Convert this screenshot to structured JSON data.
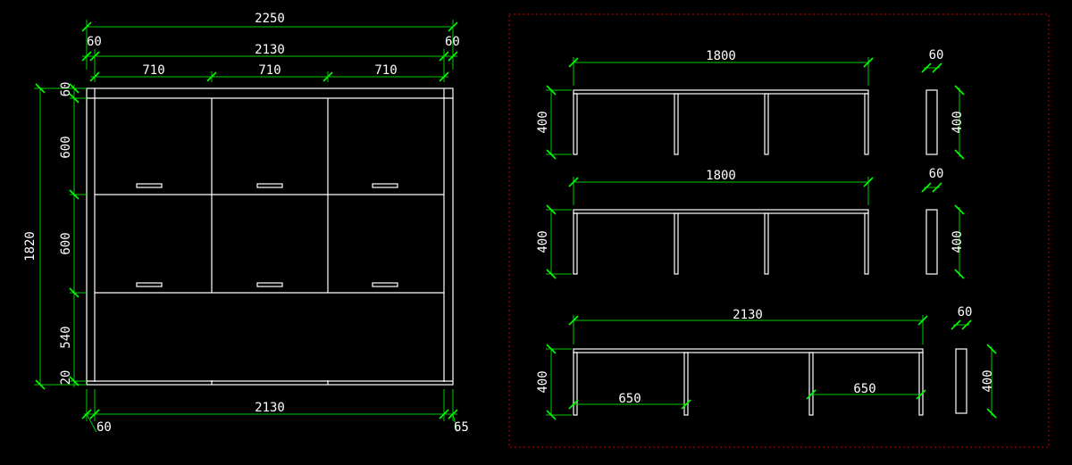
{
  "front_view": {
    "width_labels": {
      "overall": "2250",
      "left_side": "60",
      "inner": "2130",
      "right_side": "60",
      "door_1": "710",
      "door_2": "710",
      "door_3": "710",
      "bottom_inner": "2130",
      "bottom_left": "60",
      "bottom_right": "65"
    },
    "height_labels": {
      "overall": "1820",
      "top": "60",
      "row_1": "600",
      "row_2": "600",
      "base": "540",
      "plinth": "20"
    }
  },
  "side_views": {
    "view_1": {
      "length": "1800",
      "height": "400",
      "end_width": "60",
      "end_height": "400"
    },
    "view_2": {
      "length": "1800",
      "height": "400",
      "end_width": "60",
      "end_height": "400"
    },
    "view_3": {
      "length": "2130",
      "height": "400",
      "leg_gap_left": "650",
      "leg_gap_right": "650",
      "end_width": "60",
      "end_height": "400"
    }
  },
  "colors": {
    "background": "#000000",
    "dimension": "#00ff00",
    "geometry": "#ffffff",
    "frame": "#cc0000"
  }
}
